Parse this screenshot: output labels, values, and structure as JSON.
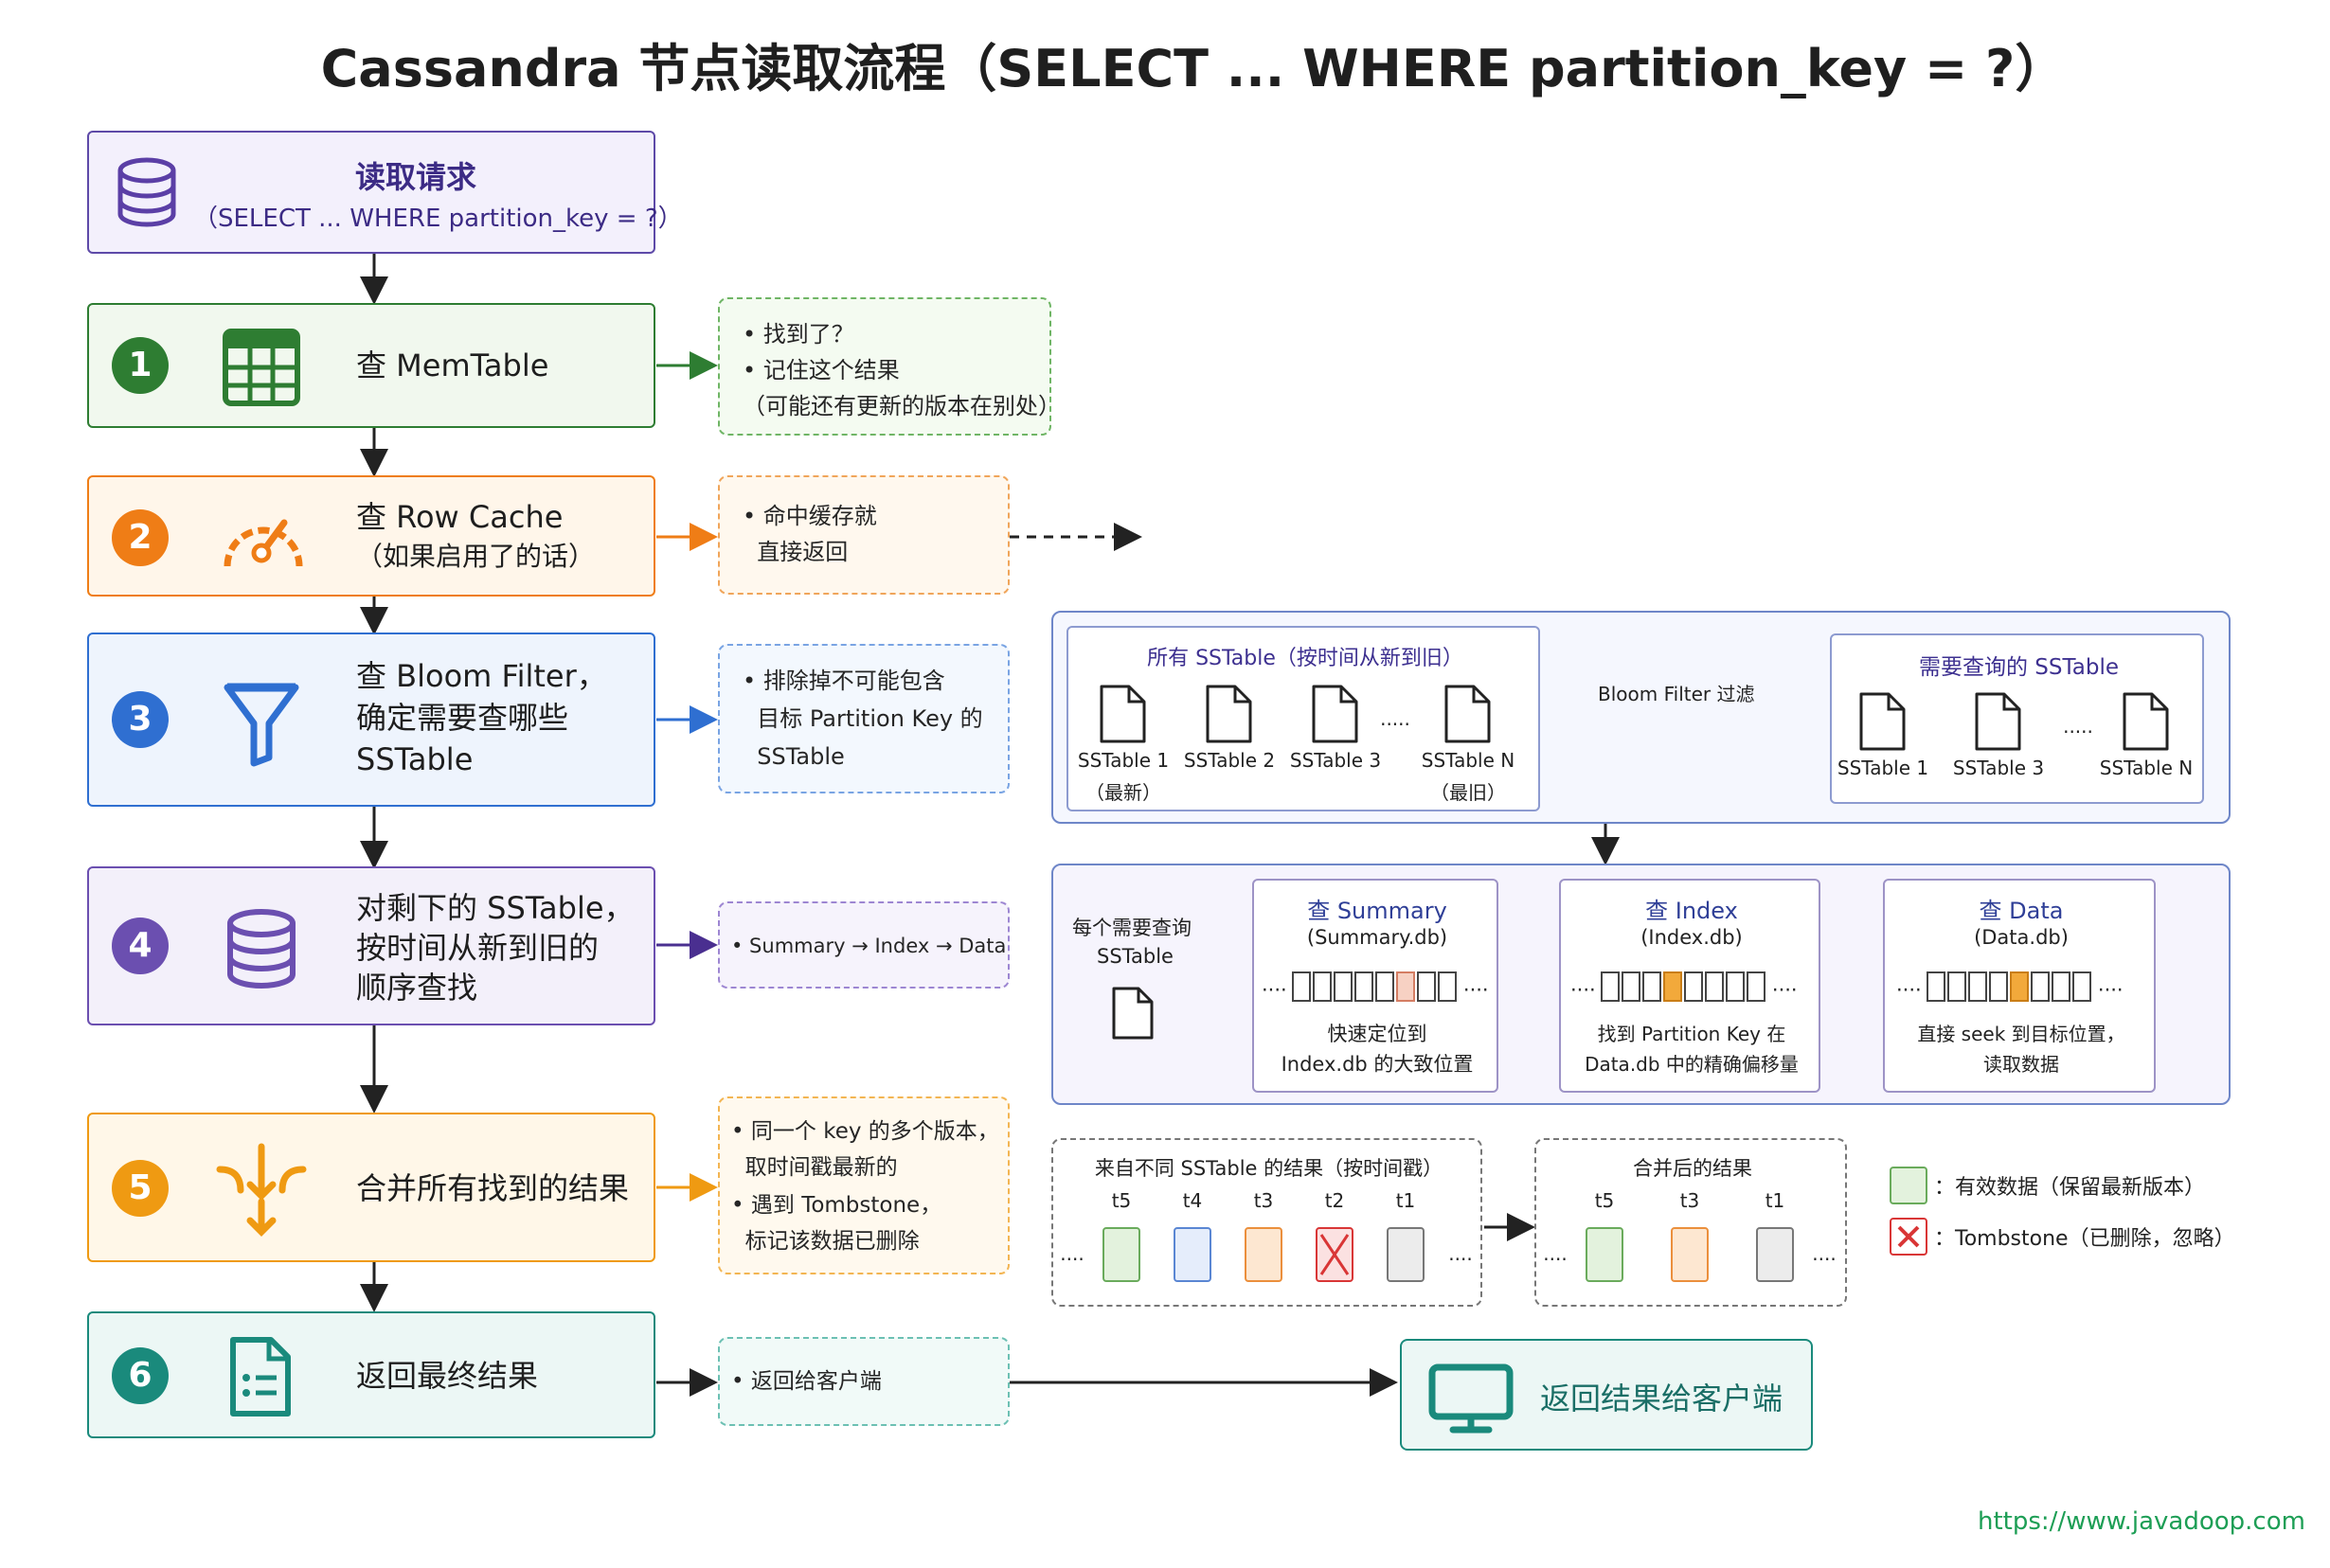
{
  "title": "Cassandra 节点读取流程（SELECT ... WHERE partition_key = ?）",
  "request": {
    "title": "读取请求",
    "subtitle": "（SELECT ... WHERE partition_key = ?）"
  },
  "steps": [
    {
      "num": "1",
      "lines": [
        "查 MemTable"
      ],
      "color": "#2e7d32"
    },
    {
      "num": "2",
      "lines": [
        "查 Row Cache",
        "（如果启用了的话）"
      ],
      "color": "#ef7d16"
    },
    {
      "num": "3",
      "lines": [
        "查 Bloom Filter，",
        "确定需要查哪些",
        "SSTable"
      ],
      "color": "#2f6fd1"
    },
    {
      "num": "4",
      "lines": [
        "对剩下的 SSTable，",
        "按时间从新到旧的",
        "顺序查找"
      ],
      "color": "#6b4fb0"
    },
    {
      "num": "5",
      "lines": [
        "合并所有找到的结果"
      ],
      "color": "#ef9a12"
    },
    {
      "num": "6",
      "lines": [
        "返回最终结果"
      ],
      "color": "#1a8a7c"
    }
  ],
  "notes": {
    "n1": [
      "• 找到了？",
      "• 记住这个结果",
      "（可能还有更新的版本在别处）"
    ],
    "n2": [
      "• 命中缓存就",
      "  直接返回"
    ],
    "n3": [
      "• 排除掉不可能包含",
      "  目标 Partition Key 的",
      "  SSTable"
    ],
    "n4": [
      "• Summary → Index → Data"
    ],
    "n5": [
      "• 同一个 key 的多个版本，",
      "  取时间戳最新的",
      "• 遇到 Tombstone，",
      "  标记该数据已删除"
    ],
    "n6": [
      "• 返回给客户端"
    ]
  },
  "bloom": {
    "all_title": "所有 SSTable（按时间从新到旧）",
    "all_items": [
      "SSTable 1",
      "SSTable 2",
      "SSTable 3",
      "SSTable N"
    ],
    "first_sub": "（最新）",
    "last_sub": "（最旧）",
    "filter_label": "Bloom Filter 过滤",
    "need_title": "需要查询的 SSTable",
    "need_items": [
      "SSTable 1",
      "SSTable 3",
      "SSTable N"
    ],
    "dots": "....."
  },
  "lookup": {
    "each_label": [
      "每个需要查询",
      "SSTable"
    ],
    "summary": {
      "title": "查 Summary",
      "file": "(Summary.db)",
      "desc": [
        "快速定位到",
        "Index.db 的大致位置"
      ]
    },
    "index": {
      "title": "查 Index",
      "file": "(Index.db)",
      "desc": [
        "找到 Partition Key 在",
        "Data.db 中的精确偏移量"
      ]
    },
    "data": {
      "title": "查 Data",
      "file": "(Data.db)",
      "desc": [
        "直接 seek 到目标位置，",
        "读取数据"
      ]
    }
  },
  "merge": {
    "left_title": "来自不同 SSTable 的结果（按时间戳）",
    "left_labels": [
      "t5",
      "t4",
      "t3",
      "t2",
      "t1"
    ],
    "right_title": "合并后的结果",
    "right_labels": [
      "t5",
      "t3",
      "t1"
    ],
    "ellipsis": "...."
  },
  "legend": {
    "valid": "：有效数据（保留最新版本）",
    "tombstone": "：Tombstone（已删除，忽略）"
  },
  "client": "返回结果给客户端",
  "url": "https://www.javadoop.com"
}
